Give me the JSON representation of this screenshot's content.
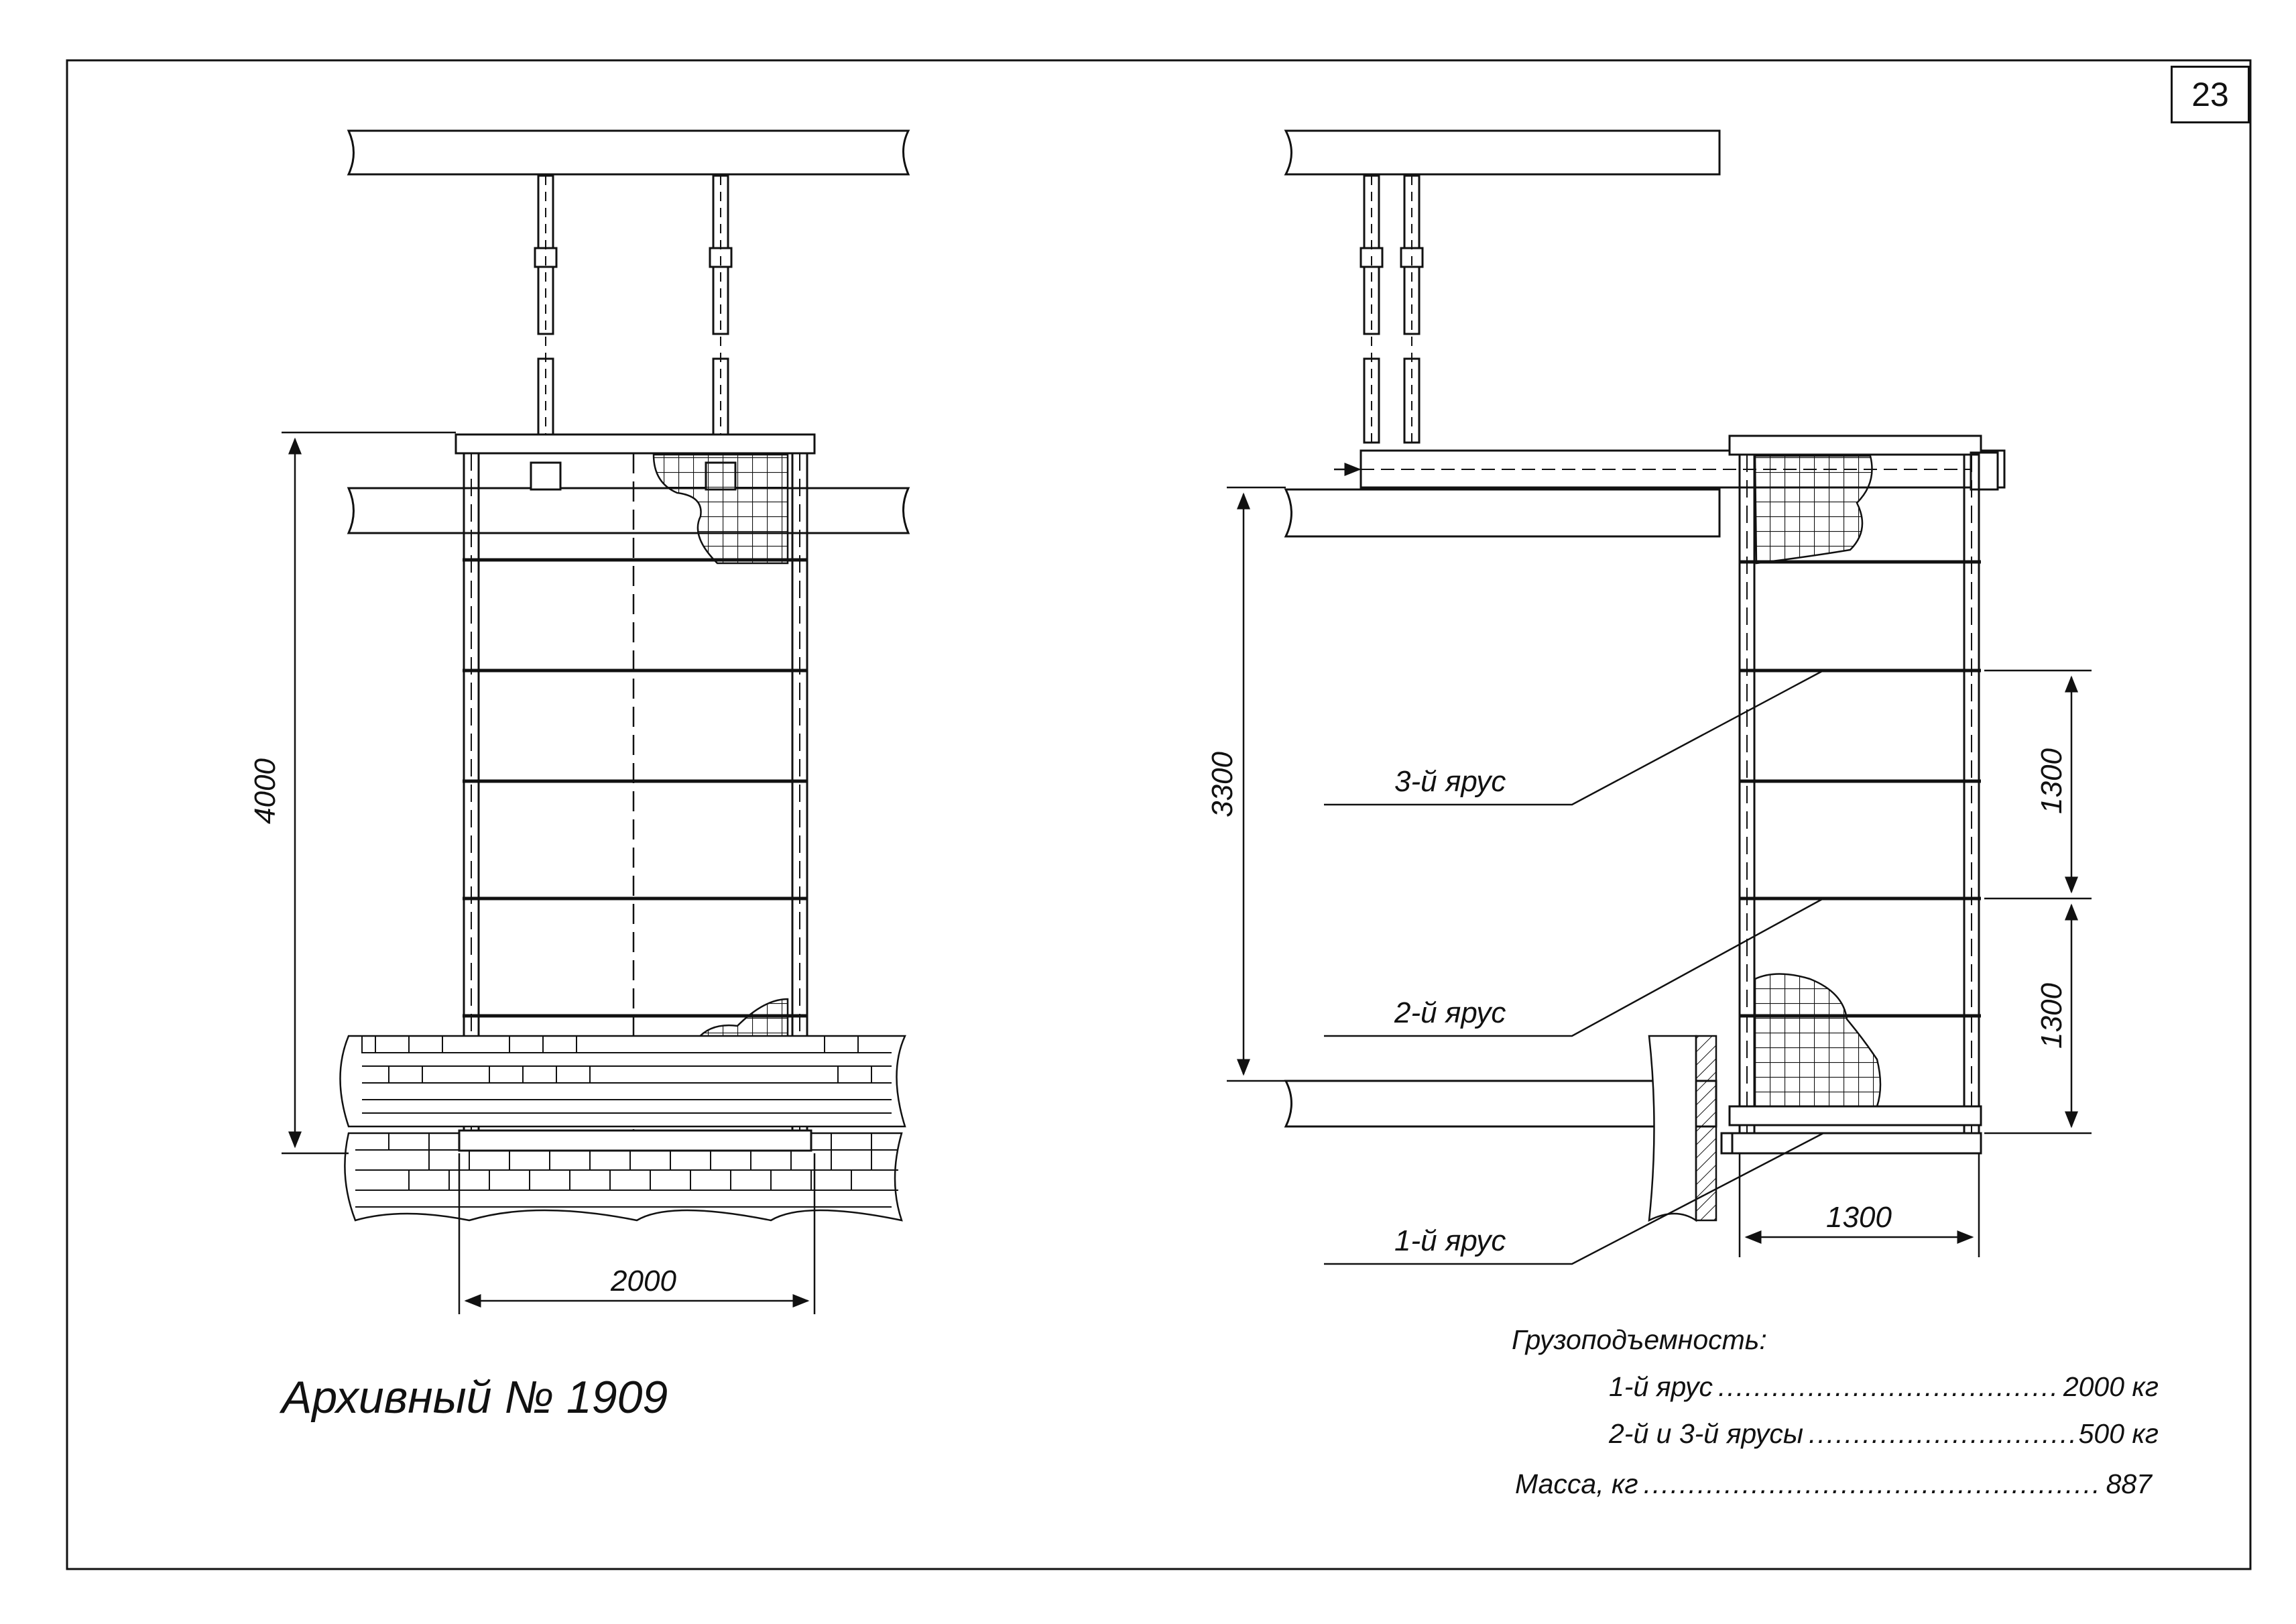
{
  "page_number": "23",
  "archive_label": "Архивный № 1909",
  "dimensions": {
    "height_left": "4000",
    "width_left": "2000",
    "height_right": "3300",
    "tier_height_upper": "1300",
    "tier_height_lower": "1300",
    "width_right": "1300"
  },
  "tier_labels": {
    "tier3": "3-й ярус",
    "tier2": "2-й ярус",
    "tier1": "1-й ярус"
  },
  "specs": {
    "heading": "Грузоподъемность:",
    "rows": [
      {
        "label": "1-й ярус",
        "value": "2000 кг"
      },
      {
        "label": "2-й и 3-й ярусы",
        "value": "500 кг"
      }
    ],
    "mass_label": "Масса, кг",
    "mass_value": "887"
  },
  "colors": {
    "ink": "#111111",
    "paper": "#ffffff"
  }
}
